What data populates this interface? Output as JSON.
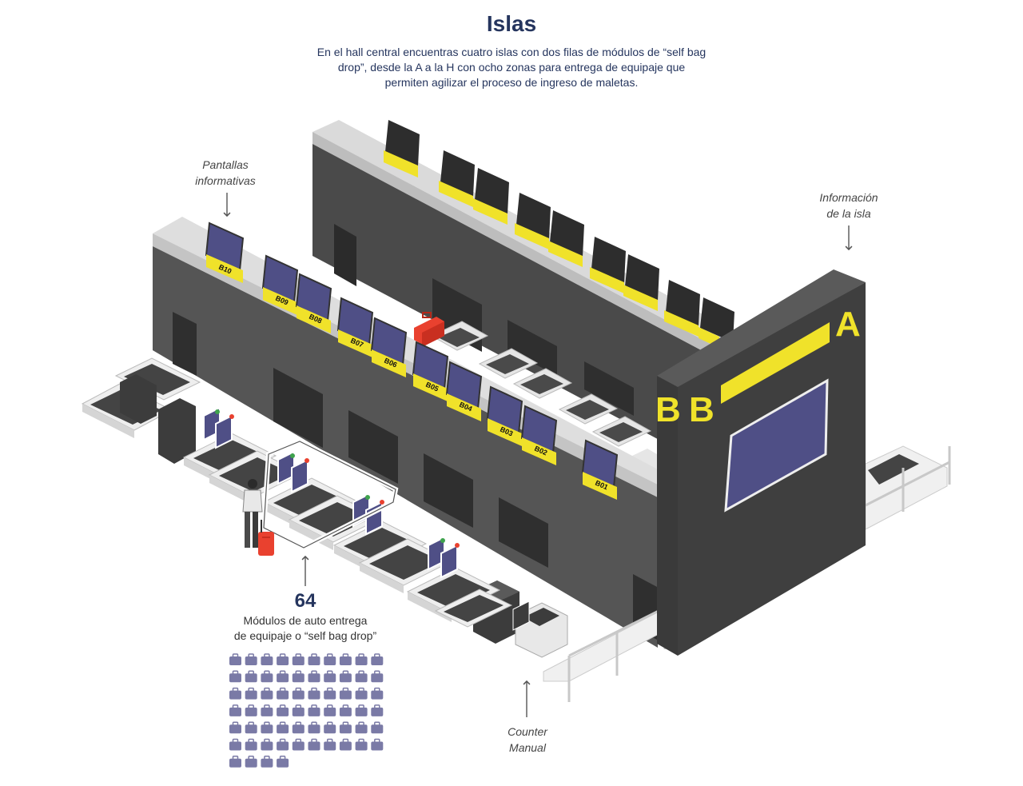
{
  "header": {
    "title": "Islas",
    "subtitle": "En el hall central encuentras cuatro islas con dos filas de módulos de “self bag drop”, desde la A a la H con ocho zonas para entrega de equipaje que permiten agilizar el proceso de ingreso de maletas."
  },
  "callouts": {
    "screens": [
      "Pantallas",
      "informativas"
    ],
    "island_info": [
      "Información",
      "de la isla"
    ],
    "counter": [
      "Counter",
      "Manual"
    ]
  },
  "stat": {
    "value": "64",
    "label_lines": [
      "Módulos de auto entrega",
      "de equipaje o “self bag drop”"
    ],
    "icon_count": 64,
    "icon_name": "suitcase-icon"
  },
  "island": {
    "front_letter": "B",
    "side_letters": [
      "B",
      "A"
    ],
    "counter_labels": [
      "B10",
      "B09",
      "B08",
      "B07",
      "B06",
      "B05",
      "B04",
      "B03",
      "B02",
      "B01"
    ]
  },
  "colors": {
    "navy": "#25355e",
    "yellow": "#f0e22a",
    "dark_grey": "#3c3c3c",
    "screen_purple": "#4f4f86",
    "suitcase_red": "#e9412f",
    "icon_purple": "#7a7aa6"
  }
}
